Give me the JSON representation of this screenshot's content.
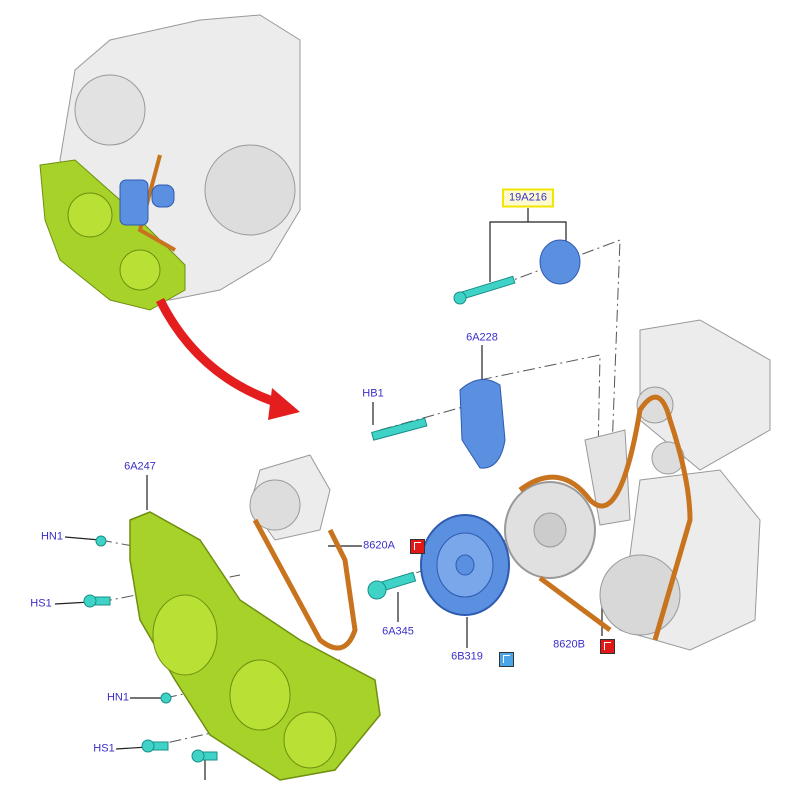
{
  "diagram": {
    "labels": {
      "bracket_kit": "19A216",
      "tensioner": "6A228",
      "tensioner_bolt": "HB1",
      "cover": "6A247",
      "nut_upper": "HN1",
      "stud_upper": "HS1",
      "belt_a": "8620A",
      "pulley_bolt": "6A345",
      "crank_pulley": "6B319",
      "belt_b": "8620B",
      "nut_lower": "HN1",
      "stud_lower": "HS1"
    },
    "colors": {
      "part_blue": "#5b8fe0",
      "cover_green": "#a6d22a",
      "fastener_cyan": "#3fd3c8",
      "belt_orange": "#c8731e",
      "arrow_red": "#e41e1e",
      "label_text": "#3a2fc8",
      "highlight": "#f2e600"
    },
    "icons": [
      "info-book-red-icon",
      "info-book-blue-icon",
      "info-book-red-icon"
    ]
  }
}
